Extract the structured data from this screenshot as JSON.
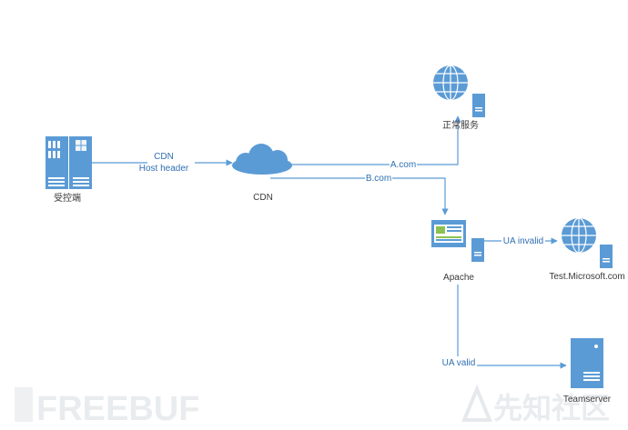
{
  "colors": {
    "line": "#5b9bd5",
    "icon": "#5b9bd5",
    "icon_dark": "#2e6fb3",
    "label_text": "#3a3a3a",
    "edge_label_text": "#2e6fb3",
    "watermark": "#e9ecef"
  },
  "nodes": {
    "victim": {
      "label": "受控端",
      "icon": "server-rack-icon"
    },
    "cdn": {
      "label": "CDN",
      "icon": "cloud-icon"
    },
    "normal_service": {
      "label": "正常服务",
      "icon": "globe-server-icon"
    },
    "apache": {
      "label": "Apache",
      "icon": "web-server-icon"
    },
    "microsoft": {
      "label": "Test.Microsoft.com",
      "icon": "globe-server-icon"
    },
    "teamserver": {
      "label": "Teamserver",
      "icon": "tower-server-icon"
    }
  },
  "edges": {
    "victim_cdn": {
      "label_line1": "CDN",
      "label_line2": "Host header"
    },
    "cdn_normal": {
      "label": "A.com"
    },
    "cdn_apache": {
      "label": "B.com"
    },
    "apache_microsoft": {
      "label": "UA invalid"
    },
    "apache_teamserver": {
      "label": "UA valid"
    }
  },
  "watermarks": {
    "left": "FREEBUF",
    "right": "先知社区"
  }
}
